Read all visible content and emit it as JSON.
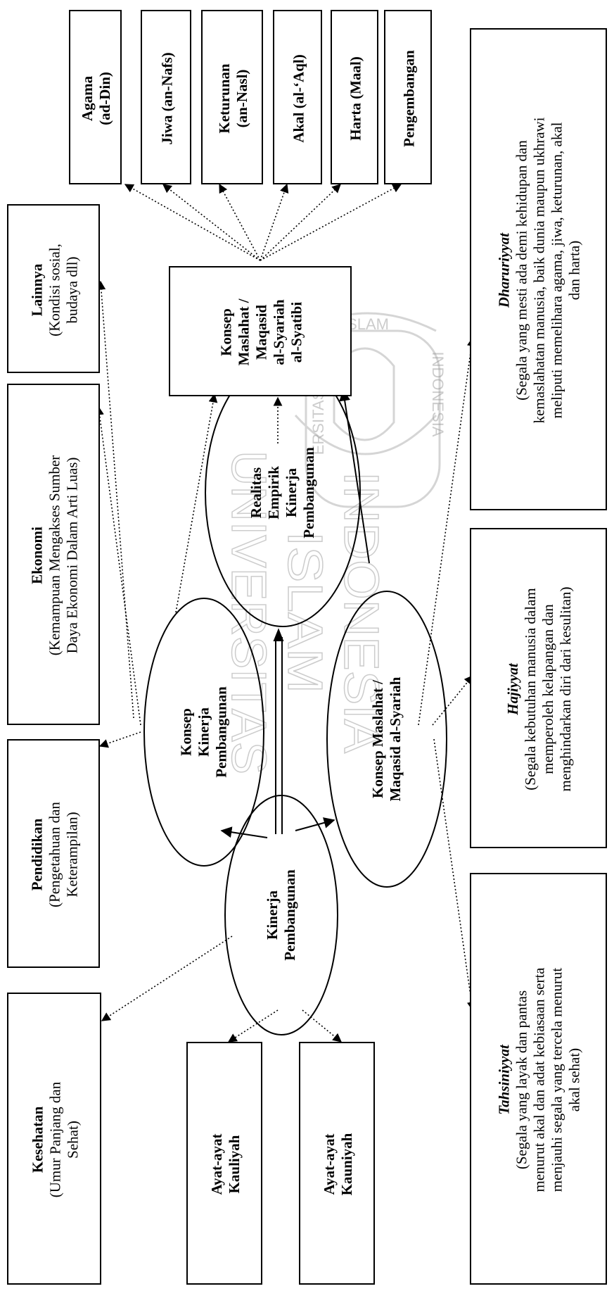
{
  "watermark": {
    "arc_left": "ERSITAS",
    "arc_top": "ISLAM",
    "arc_right": "INDONESIA",
    "line1": "UNIVERSITAS",
    "line2": "ISLAM",
    "line3": "INDONESIA"
  },
  "maqasid_top": [
    {
      "l1": "Agama",
      "l2": "(ad-Din)"
    },
    {
      "l1": "Jiwa (an-Nafs)"
    },
    {
      "l1": "Keturunan",
      "l2": "(an-Nasl)"
    },
    {
      "l1": "Akal (al-‘Aql)"
    },
    {
      "l1": "Harta (Maal)"
    },
    {
      "l1": "Pengembangan"
    }
  ],
  "indicators_left": [
    {
      "title": "Lainnya",
      "l2": "(Kondisi sosial,",
      "l3": "budaya dll)"
    },
    {
      "title": "Ekonomi",
      "l2": "(Kemampuan Mengakses Sumber",
      "l3": "Daya Ekonomi Dalam Arti Luas)"
    },
    {
      "title": "Pendidikan",
      "l2": "(Pengetahuan dan",
      "l3": "Keterampilan)"
    },
    {
      "title": "Kesehatan",
      "l2": "(Umur Panjang dan",
      "l3": "Sehat)"
    }
  ],
  "center": {
    "syatibi": {
      "l1": "Konsep",
      "l2": "Maslahat /",
      "l3": "Maqasid",
      "l4": "al-Syariah",
      "l5": "al-Syatibi"
    },
    "realitas": {
      "l1": "Realitas",
      "l2": "Empirik",
      "l3": "Kinerja",
      "l4": "Pembangunan"
    },
    "konsep_kinerja": {
      "l1": "Konsep",
      "l2": "Kinerja",
      "l3": "Pembangunan"
    },
    "konsep_maslahat": {
      "l1": "Konsep Maslahat /",
      "l2": "Maqasid al-Syariah"
    },
    "kinerja": {
      "l1": "Kinerja",
      "l2": "Pembangunan"
    }
  },
  "ayat": [
    {
      "l1": "Ayat-ayat",
      "l2": "Kauliyah"
    },
    {
      "l1": "Ayat-ayat",
      "l2": "Kauniyah"
    }
  ],
  "levels_right": [
    {
      "title": "Dharuriyyat",
      "l1": "(Segala yang mesti ada demi kehidupan dan",
      "l2": "kemaslahatan manusia, baik dunia maupun ukhrawi",
      "l3": "meliputi memelihara agama, jiwa, keturunan, akal",
      "l4": "dan harta)"
    },
    {
      "title": "Hajiyyat",
      "l1": "(Segala kebutuhan manusia dalam",
      "l2": "memperoleh kelapangan dan",
      "l3": "menghindarkan diri dari kesulitan)"
    },
    {
      "title": "Tahsiniyyat",
      "l1": "(Segala yang layak dan pantas",
      "l2": "menurut akal dan adat kebiasaan serta",
      "l3": "menjauhi segala yang tercela menurut",
      "l4": "akal sehat)"
    }
  ]
}
